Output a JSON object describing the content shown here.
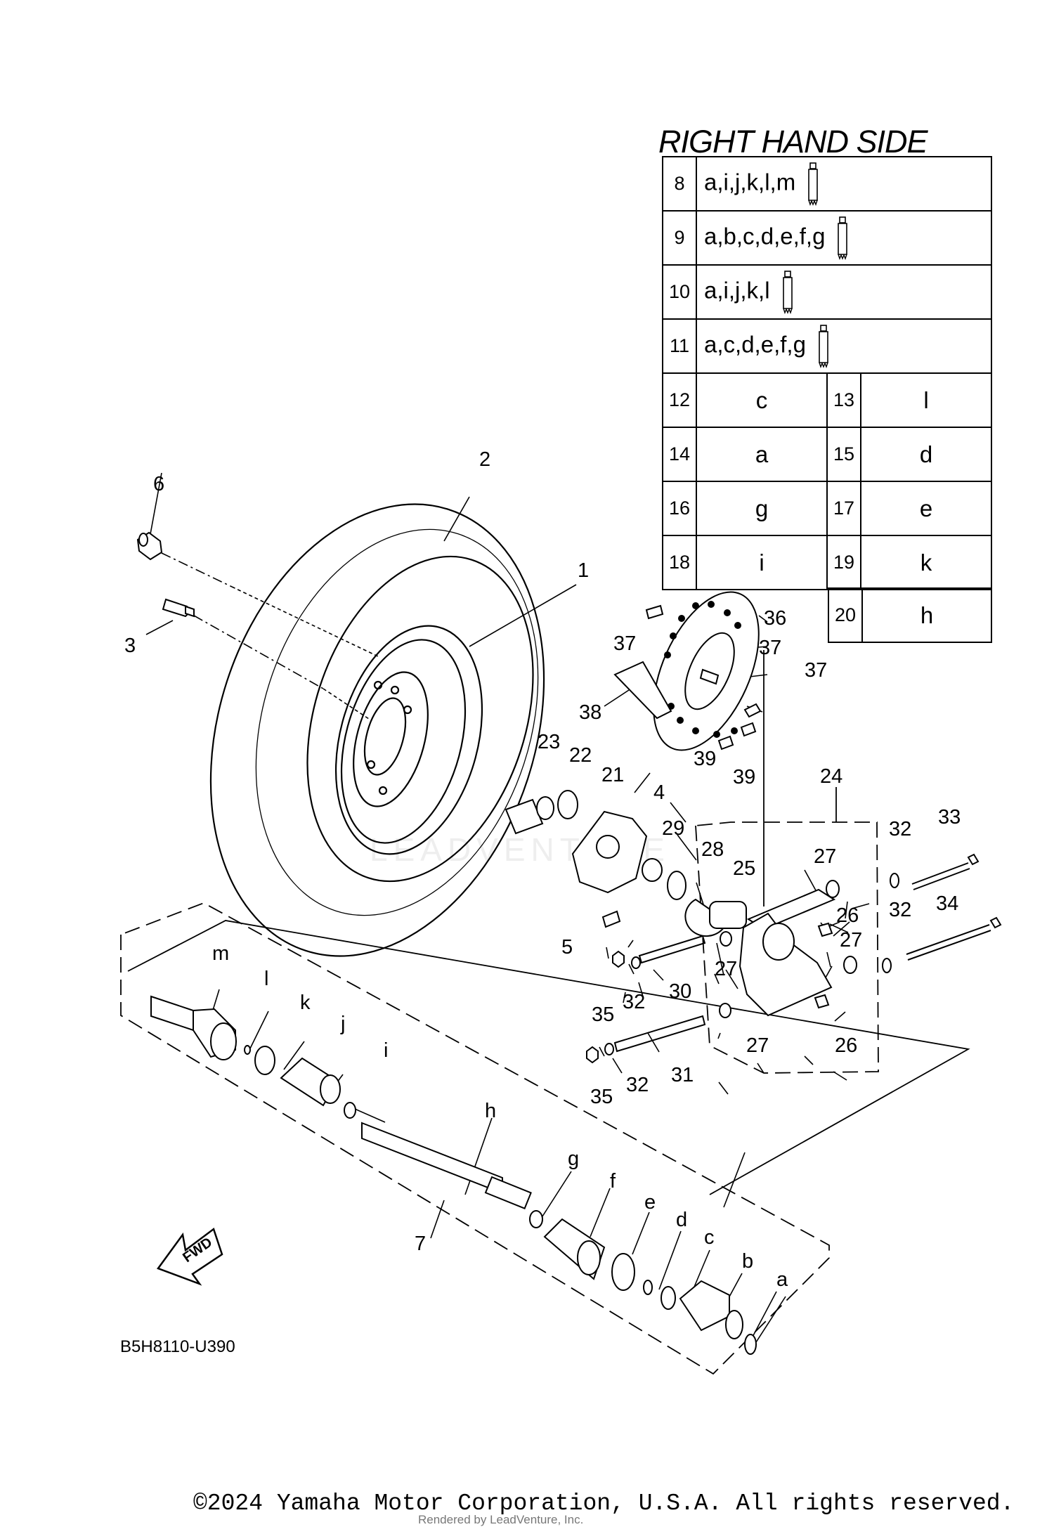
{
  "table": {
    "title": "RIGHT HAND SIDE",
    "wide_rows": [
      {
        "num": "8",
        "parts": "a,i,j,k,l,m"
      },
      {
        "num": "9",
        "parts": "a,b,c,d,e,f,g"
      },
      {
        "num": "10",
        "parts": "a,i,j,k,l"
      },
      {
        "num": "11",
        "parts": "a,c,d,e,f,g"
      }
    ],
    "pair_rows": [
      {
        "num1": "12",
        "val1": "c",
        "num2": "13",
        "val2": "l"
      },
      {
        "num1": "14",
        "val1": "a",
        "num2": "15",
        "val2": "d"
      },
      {
        "num1": "16",
        "val1": "g",
        "num2": "17",
        "val2": "e"
      },
      {
        "num1": "18",
        "val1": "i",
        "num2": "19",
        "val2": "k"
      }
    ],
    "last_row": {
      "num": "20",
      "val": "h"
    }
  },
  "callouts": {
    "n1": "1",
    "n2": "2",
    "n3": "3",
    "n4": "4",
    "n5": "5",
    "n6": "6",
    "n7": "7",
    "n21": "21",
    "n22": "22",
    "n23": "23",
    "n24": "24",
    "n25": "25",
    "n26": "26",
    "n27": "27",
    "n28": "28",
    "n29": "29",
    "n30": "30",
    "n31": "31",
    "n32": "32",
    "n33": "33",
    "n34": "34",
    "n35": "35",
    "n36": "36",
    "n37": "37",
    "n38": "38",
    "n39": "39",
    "a": "a",
    "b": "b",
    "c": "c",
    "d": "d",
    "e": "e",
    "f": "f",
    "g": "g",
    "h": "h",
    "i": "i",
    "j": "j",
    "k": "k",
    "l": "l",
    "m": "m"
  },
  "fwd_label": "FWD",
  "diagram_ref": "B5H8110-U390",
  "copyright": "©2024 Yamaha Motor Corporation, U.S.A. All rights reserved.",
  "rendered_by": "Rendered by LeadVenture, Inc.",
  "watermark": "LEADVENTURE"
}
